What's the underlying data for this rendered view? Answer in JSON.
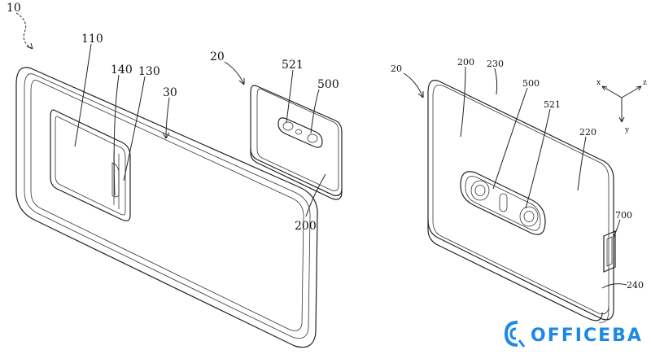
{
  "figure": {
    "labels": {
      "fig_ref": "10",
      "back_cover": "30",
      "recess": "110",
      "slot_140": "140",
      "slot_130": "130",
      "module_ref_left": "20",
      "hole_521_left": "521",
      "lens_500_left": "500",
      "face_200_left": "200",
      "module_ref_right": "20",
      "face_200_right": "200",
      "edge_230": "230",
      "lens_500_right": "500",
      "hole_521_right": "521",
      "side_220": "220",
      "connector_700": "700",
      "side_240": "240"
    },
    "axes": {
      "x": "x",
      "y": "y",
      "z": "z"
    }
  },
  "watermark": {
    "text": "OFFICEBA",
    "color": "#1e88e5"
  }
}
